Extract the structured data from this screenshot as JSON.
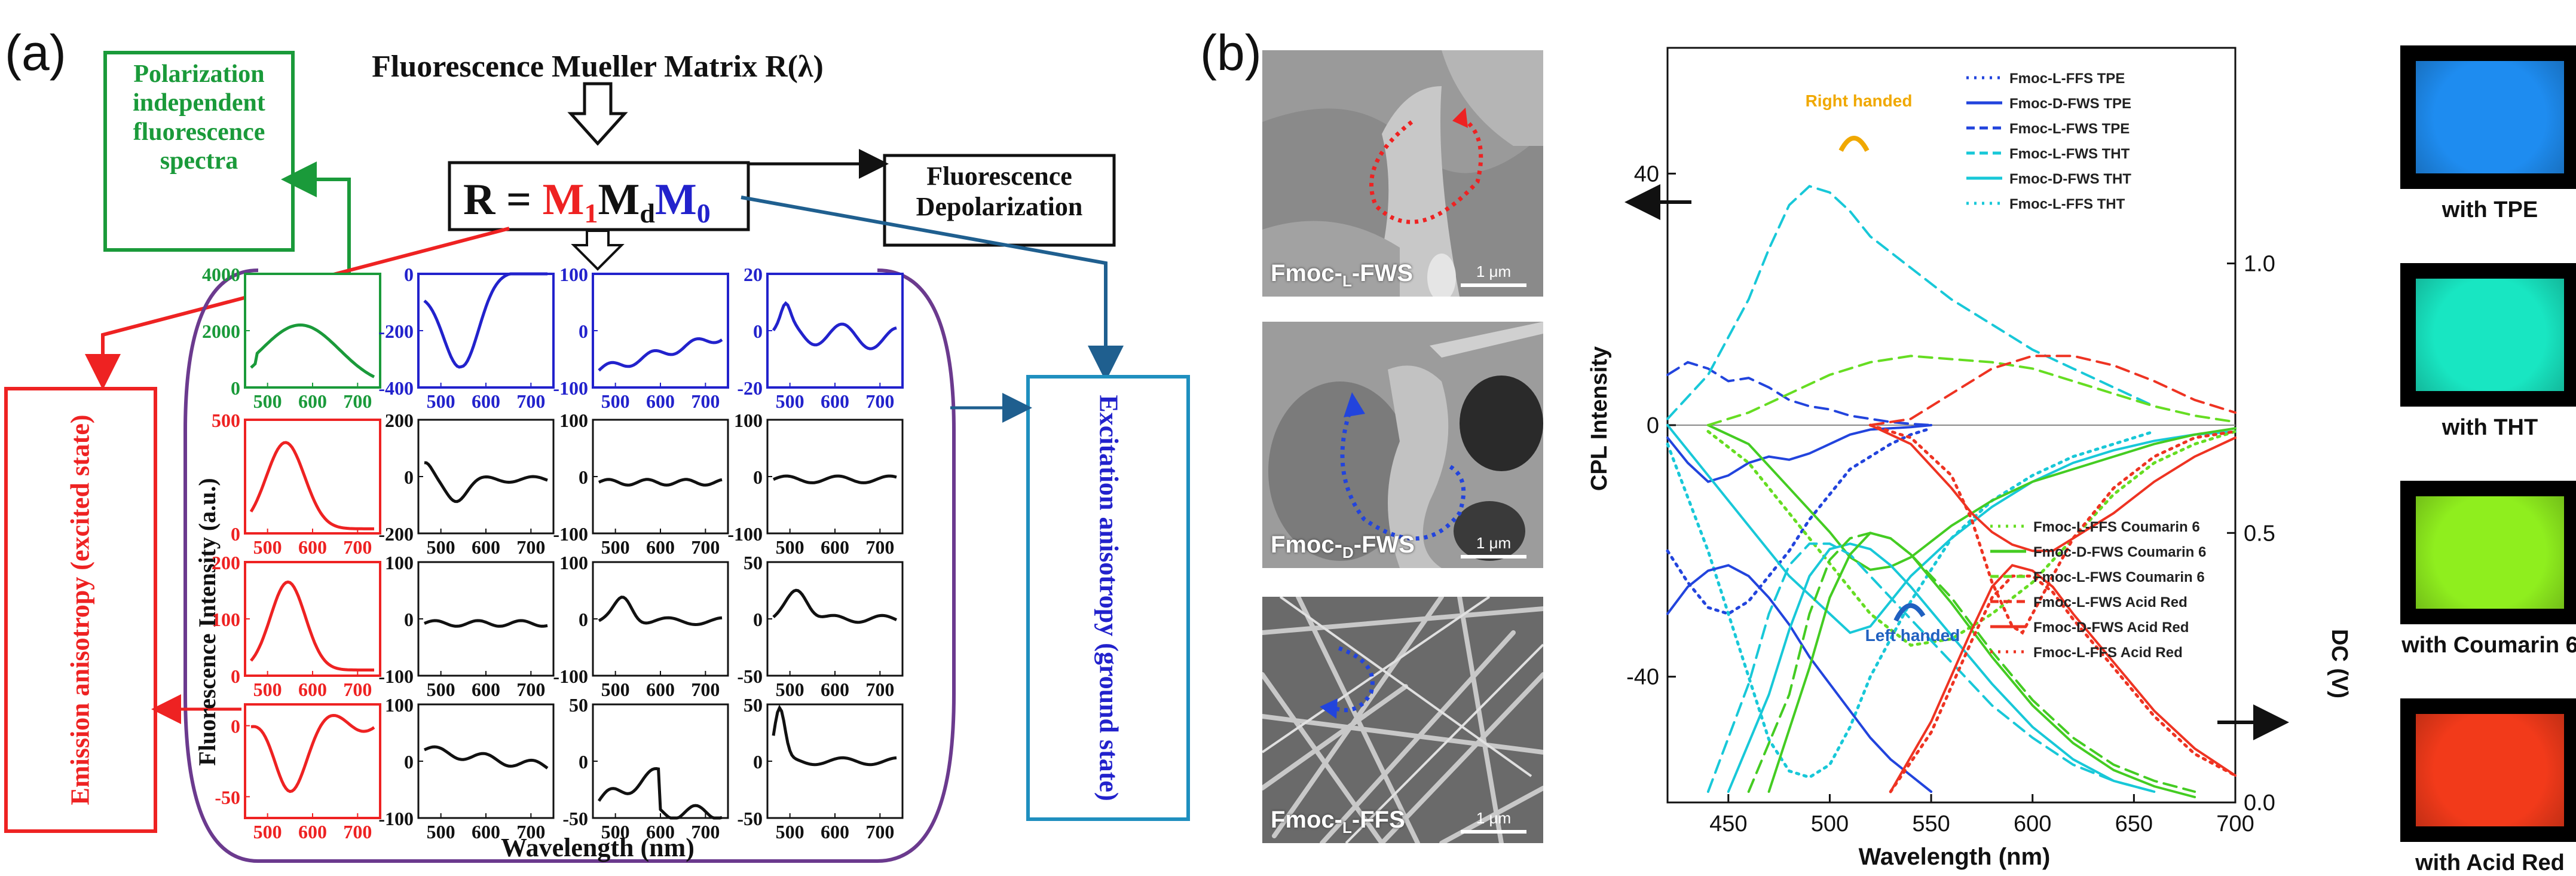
{
  "figure": {
    "panel_a_label": "(a)",
    "panel_b_label": "(b)"
  },
  "panel_a": {
    "title": "Fluorescence  Mueller Matrix R(λ)",
    "equation": {
      "r_eq": "R = ",
      "m1": "M",
      "m1_sub": "1",
      "md": "M",
      "md_sub": "d",
      "m0": "M",
      "m0_sub": "0"
    },
    "boxes": {
      "polarization": "Polarization independent fluorescence spectra",
      "depolarization": "Fluorescence Depolarization",
      "emission": "Emission anisotropy (excited state)",
      "excitation": "Excitation anisotropy (ground  state)"
    },
    "ylabel": "Fluorescence Intensity (a.u.)",
    "xlabel": "Wavelength (nm)",
    "xticks": [
      "500",
      "600",
      "700"
    ],
    "colors": {
      "green": "#1a9a3a",
      "blue": "#2222cc",
      "red": "#ee2222",
      "purple": "#6b3a8e",
      "teal": "#1f5f8f",
      "black": "#111111"
    },
    "subplots": [
      {
        "row": 0,
        "col": 0,
        "color": "green",
        "yticks": [
          "4000",
          "2000",
          "0"
        ],
        "ylim": [
          0,
          4000
        ]
      },
      {
        "row": 0,
        "col": 1,
        "color": "blue",
        "yticks": [
          "0",
          "-200",
          "-400"
        ],
        "ylim": [
          -400,
          0
        ]
      },
      {
        "row": 0,
        "col": 2,
        "color": "blue",
        "yticks": [
          "100",
          "0",
          "-100"
        ],
        "ylim": [
          -100,
          100
        ]
      },
      {
        "row": 0,
        "col": 3,
        "color": "blue",
        "yticks": [
          "20",
          "0",
          "-20"
        ],
        "ylim": [
          -20,
          20
        ]
      },
      {
        "row": 1,
        "col": 0,
        "color": "red",
        "yticks": [
          "500",
          "0"
        ],
        "ylim": [
          0,
          500
        ]
      },
      {
        "row": 1,
        "col": 1,
        "color": "black",
        "yticks": [
          "200",
          "0",
          "-200"
        ],
        "ylim": [
          -200,
          200
        ]
      },
      {
        "row": 1,
        "col": 2,
        "color": "black",
        "yticks": [
          "100",
          "0",
          "-100"
        ],
        "ylim": [
          -100,
          100
        ]
      },
      {
        "row": 1,
        "col": 3,
        "color": "black",
        "yticks": [
          "100",
          "0",
          "-100"
        ],
        "ylim": [
          -100,
          100
        ]
      },
      {
        "row": 2,
        "col": 0,
        "color": "red",
        "yticks": [
          "200",
          "100",
          "0"
        ],
        "ylim": [
          0,
          200
        ]
      },
      {
        "row": 2,
        "col": 1,
        "color": "black",
        "yticks": [
          "100",
          "0",
          "-100"
        ],
        "ylim": [
          -100,
          100
        ]
      },
      {
        "row": 2,
        "col": 2,
        "color": "black",
        "yticks": [
          "100",
          "0",
          "-100"
        ],
        "ylim": [
          -100,
          100
        ]
      },
      {
        "row": 2,
        "col": 3,
        "color": "black",
        "yticks": [
          "50",
          "0",
          "-50"
        ],
        "ylim": [
          -50,
          50
        ]
      },
      {
        "row": 3,
        "col": 0,
        "color": "red",
        "yticks": [
          "0",
          "-50"
        ],
        "ylim": [
          -65,
          15
        ]
      },
      {
        "row": 3,
        "col": 1,
        "color": "black",
        "yticks": [
          "100",
          "0",
          "-100"
        ],
        "ylim": [
          -100,
          100
        ]
      },
      {
        "row": 3,
        "col": 2,
        "color": "black",
        "yticks": [
          "50",
          "0",
          "-50"
        ],
        "ylim": [
          -50,
          50
        ]
      },
      {
        "row": 3,
        "col": 3,
        "color": "black",
        "yticks": [
          "50",
          "0",
          "-50"
        ],
        "ylim": [
          -50,
          50
        ]
      }
    ]
  },
  "sem_images": [
    {
      "label_pre": "Fmoc-",
      "label_sub": "L",
      "label_post": "-FWS",
      "scale": "1 μm",
      "arrow_color": "#ee2222"
    },
    {
      "label_pre": "Fmoc-",
      "label_sub": "D",
      "label_post": "-FWS",
      "scale": "1 μm",
      "arrow_color": "#2244dd"
    },
    {
      "label_pre": "Fmoc-",
      "label_sub": "L",
      "label_post": "-FFS",
      "scale": "1 μm",
      "arrow_color": "#2244dd"
    }
  ],
  "swatches": [
    {
      "label": "with TPE",
      "color": "#1e8cf0"
    },
    {
      "label": "with THT",
      "color": "#18e6c2"
    },
    {
      "label": "with Coumarin 6",
      "color": "#8fee1e"
    },
    {
      "label": "with Acid Red",
      "color": "#f23a1a"
    }
  ],
  "chart_data": {
    "type": "line",
    "xlabel": "Wavelength (nm)",
    "ylabel": "CPL Intensity",
    "y2label": "DC (V)",
    "xlim": [
      420,
      700
    ],
    "ylim": [
      -60,
      60
    ],
    "y2lim": [
      0,
      1.4
    ],
    "xticks": [
      450,
      500,
      550,
      600,
      650,
      700
    ],
    "yticks": [
      40,
      0,
      -40
    ],
    "y2ticks": [
      0.0,
      0.5,
      1.0
    ],
    "annotations": {
      "right_handed": "Right handed",
      "left_handed": "Left handed"
    },
    "series": [
      {
        "name": "Fmoc-L-FFS TPE",
        "axis": "cpl",
        "color": "#2244dd",
        "dash": "dot",
        "x": [
          420,
          430,
          440,
          450,
          460,
          470,
          480,
          490,
          500,
          510,
          520,
          530,
          540,
          550
        ],
        "y": [
          -20,
          -25,
          -29,
          -30,
          -28,
          -24,
          -20,
          -15,
          -11,
          -7,
          -5,
          -3,
          -1.5,
          -0.5
        ]
      },
      {
        "name": "Fmoc-D-FWS TPE",
        "axis": "cpl",
        "color": "#2244dd",
        "dash": "solid",
        "x": [
          420,
          430,
          440,
          450,
          460,
          470,
          480,
          490,
          500,
          510,
          520,
          530,
          540,
          550
        ],
        "y": [
          -2,
          -6,
          -9,
          -8,
          -6,
          -5,
          -5.5,
          -4.5,
          -3,
          -1.5,
          -0.7,
          -0.5,
          -0.3,
          0
        ]
      },
      {
        "name": "Fmoc-L-FWS TPE",
        "axis": "cpl",
        "color": "#2244dd",
        "dash": "dash",
        "x": [
          420,
          430,
          440,
          450,
          460,
          470,
          480,
          490,
          500,
          510,
          520,
          530,
          540,
          550
        ],
        "y": [
          8,
          10,
          9,
          7,
          7.5,
          6,
          4,
          3,
          2.5,
          1.5,
          1,
          0.5,
          0.2,
          0
        ]
      },
      {
        "name": "Fmoc-L-FWS THT",
        "axis": "cpl",
        "color": "#18c8d8",
        "dash": "dash",
        "x": [
          420,
          440,
          460,
          470,
          480,
          490,
          500,
          510,
          520,
          540,
          560,
          580,
          600,
          620,
          640,
          660
        ],
        "y": [
          1,
          8,
          20,
          28,
          35,
          38,
          37,
          34,
          30,
          25,
          20,
          16,
          12,
          9,
          6,
          3
        ]
      },
      {
        "name": "Fmoc-D-FWS THT",
        "axis": "cpl",
        "color": "#18c8d8",
        "dash": "solid",
        "x": [
          420,
          440,
          460,
          480,
          500,
          510,
          520,
          530,
          540,
          560,
          580,
          600,
          620,
          640,
          660,
          680,
          700
        ],
        "y": [
          0,
          -8,
          -16,
          -24,
          -30,
          -33,
          -32,
          -28,
          -24,
          -18,
          -13,
          -9,
          -6,
          -4,
          -2.5,
          -1.5,
          -1
        ]
      },
      {
        "name": "Fmoc-L-FFS THT",
        "axis": "cpl",
        "color": "#18c8d8",
        "dash": "dot",
        "x": [
          420,
          440,
          460,
          470,
          480,
          490,
          500,
          510,
          520,
          540,
          560,
          580,
          600,
          620,
          640,
          660
        ],
        "y": [
          -3,
          -20,
          -40,
          -50,
          -55,
          -56,
          -54,
          -48,
          -40,
          -28,
          -18,
          -12,
          -8,
          -5,
          -3,
          -1
        ]
      },
      {
        "name": "Fmoc-L-FFS Coumarin 6",
        "axis": "cpl",
        "color": "#66dd22",
        "dash": "dot",
        "x": [
          440,
          460,
          480,
          500,
          520,
          540,
          560,
          580,
          600,
          620,
          640,
          660,
          680,
          700
        ],
        "y": [
          -1,
          -6,
          -14,
          -22,
          -30,
          -35,
          -34,
          -30,
          -25,
          -18,
          -11,
          -6,
          -3,
          -1
        ]
      },
      {
        "name": "Fmoc-D-FWS Coumarin 6",
        "axis": "cpl",
        "color": "#44cc22",
        "dash": "solid",
        "x": [
          440,
          460,
          480,
          500,
          510,
          520,
          530,
          540,
          560,
          580,
          600,
          620,
          640,
          660,
          680,
          700
        ],
        "y": [
          0,
          -3,
          -10,
          -17,
          -21,
          -23,
          -22.5,
          -21,
          -16,
          -12,
          -9,
          -7,
          -5,
          -3,
          -1.5,
          -0.5
        ]
      },
      {
        "name": "Fmoc-L-FWS Coumarin 6",
        "axis": "cpl",
        "color": "#66dd22",
        "dash": "dash",
        "x": [
          440,
          460,
          480,
          500,
          520,
          540,
          560,
          580,
          600,
          620,
          640,
          660,
          680,
          700
        ],
        "y": [
          0,
          2,
          5,
          8,
          10,
          11,
          10.5,
          10,
          9,
          7,
          5,
          3,
          1.5,
          0.5
        ]
      },
      {
        "name": "Fmoc-L-FWS Acid Red",
        "axis": "cpl",
        "color": "#ee3322",
        "dash": "dash",
        "x": [
          520,
          540,
          560,
          580,
          600,
          620,
          640,
          660,
          680,
          700
        ],
        "y": [
          0,
          1,
          5,
          9,
          11,
          11,
          9.5,
          7,
          4,
          2
        ]
      },
      {
        "name": "Fmoc-D-FWS Acid Red",
        "axis": "cpl",
        "color": "#ee3322",
        "dash": "solid",
        "x": [
          520,
          540,
          560,
          570,
          580,
          590,
          600,
          610,
          620,
          640,
          660,
          680,
          700
        ],
        "y": [
          0,
          -3,
          -10,
          -14,
          -17,
          -19,
          -20,
          -20,
          -18,
          -14,
          -9,
          -5,
          -2
        ]
      },
      {
        "name": "Fmoc-L-FFS Acid Red",
        "axis": "cpl",
        "color": "#ee3322",
        "dash": "dot",
        "x": [
          520,
          540,
          560,
          570,
          580,
          590,
          595,
          600,
          610,
          620,
          640,
          660,
          680,
          700
        ],
        "y": [
          0,
          -2,
          -8,
          -15,
          -25,
          -32,
          -33,
          -30,
          -24,
          -18,
          -10,
          -5,
          -2,
          -1
        ]
      },
      {
        "name": "DC TPE L-FFS",
        "axis": "dc",
        "color": "#2244dd",
        "dash": "solid",
        "x": [
          420,
          430,
          440,
          450,
          460,
          470,
          480,
          490,
          500,
          510,
          520,
          530,
          540,
          550
        ],
        "y": [
          0.35,
          0.4,
          0.43,
          0.44,
          0.42,
          0.38,
          0.33,
          0.27,
          0.22,
          0.17,
          0.12,
          0.08,
          0.05,
          0.02
        ]
      },
      {
        "name": "DC THT dash",
        "axis": "dc",
        "color": "#18c8d8",
        "dash": "dash",
        "x": [
          440,
          460,
          470,
          480,
          490,
          500,
          510,
          520,
          540,
          560,
          580,
          600,
          620,
          640,
          660
        ],
        "y": [
          0.02,
          0.22,
          0.35,
          0.44,
          0.48,
          0.48,
          0.46,
          0.42,
          0.34,
          0.26,
          0.18,
          0.12,
          0.07,
          0.04,
          0.02
        ]
      },
      {
        "name": "DC THT solid",
        "axis": "dc",
        "color": "#18c8d8",
        "dash": "solid",
        "x": [
          450,
          470,
          480,
          490,
          500,
          510,
          520,
          530,
          540,
          560,
          580,
          600,
          620,
          640,
          660
        ],
        "y": [
          0.02,
          0.2,
          0.32,
          0.42,
          0.47,
          0.48,
          0.47,
          0.44,
          0.4,
          0.31,
          0.22,
          0.14,
          0.08,
          0.04,
          0.02
        ]
      },
      {
        "name": "DC Coumarin 6 dash",
        "axis": "dc",
        "color": "#44cc22",
        "dash": "dash",
        "x": [
          460,
          480,
          490,
          500,
          510,
          520,
          530,
          540,
          560,
          580,
          600,
          620,
          640,
          660,
          680
        ],
        "y": [
          0.02,
          0.2,
          0.35,
          0.45,
          0.49,
          0.5,
          0.49,
          0.46,
          0.38,
          0.28,
          0.19,
          0.12,
          0.07,
          0.04,
          0.02
        ]
      },
      {
        "name": "DC Coumarin 6 solid",
        "axis": "dc",
        "color": "#44cc22",
        "dash": "solid",
        "x": [
          470,
          490,
          500,
          510,
          520,
          530,
          540,
          560,
          580,
          600,
          620,
          640,
          660,
          680
        ],
        "y": [
          0.02,
          0.25,
          0.38,
          0.46,
          0.5,
          0.49,
          0.46,
          0.37,
          0.27,
          0.18,
          0.11,
          0.06,
          0.03,
          0.01
        ]
      },
      {
        "name": "DC Acid Red solid",
        "axis": "dc",
        "color": "#ee3322",
        "dash": "solid",
        "x": [
          530,
          550,
          570,
          580,
          590,
          600,
          610,
          620,
          640,
          660,
          680,
          700
        ],
        "y": [
          0.02,
          0.15,
          0.32,
          0.4,
          0.44,
          0.43,
          0.4,
          0.35,
          0.26,
          0.17,
          0.1,
          0.05
        ]
      },
      {
        "name": "DC Acid Red dot",
        "axis": "dc",
        "color": "#ee3322",
        "dash": "dot",
        "x": [
          530,
          550,
          570,
          580,
          590,
          600,
          610,
          620,
          640,
          660,
          680,
          700
        ],
        "y": [
          0.02,
          0.13,
          0.3,
          0.38,
          0.42,
          0.42,
          0.39,
          0.34,
          0.25,
          0.16,
          0.09,
          0.05
        ]
      }
    ],
    "legend_top": [
      {
        "pre": "Fmoc-L-FFS TPE",
        "color": "#2244dd",
        "dash": "dot"
      },
      {
        "pre": "Fmoc-D-FWS TPE",
        "color": "#2244dd",
        "dash": "solid"
      },
      {
        "pre": "Fmoc-L-FWS TPE",
        "color": "#2244dd",
        "dash": "dash"
      },
      {
        "pre": "Fmoc-L-FWS THT",
        "color": "#18c8d8",
        "dash": "dash"
      },
      {
        "pre": "Fmoc-D-FWS THT",
        "color": "#18c8d8",
        "dash": "solid"
      },
      {
        "pre": "Fmoc-L-FFS THT",
        "color": "#18c8d8",
        "dash": "dot"
      }
    ],
    "legend_bottom": [
      {
        "pre": "Fmoc-L-FFS Coumarin 6",
        "color": "#66dd22",
        "dash": "dot"
      },
      {
        "pre": "Fmoc-D-FWS Coumarin 6",
        "color": "#44cc22",
        "dash": "solid"
      },
      {
        "pre": "Fmoc-L-FWS Coumarin 6",
        "color": "#66dd22",
        "dash": "dash"
      },
      {
        "pre": "Fmoc-L-FWS Acid Red",
        "color": "#ee3322",
        "dash": "dash"
      },
      {
        "pre": "Fmoc-D-FWS Acid Red",
        "color": "#ee3322",
        "dash": "solid"
      },
      {
        "pre": "Fmoc-L-FFS Acid Red",
        "color": "#ee3322",
        "dash": "dot"
      }
    ]
  }
}
